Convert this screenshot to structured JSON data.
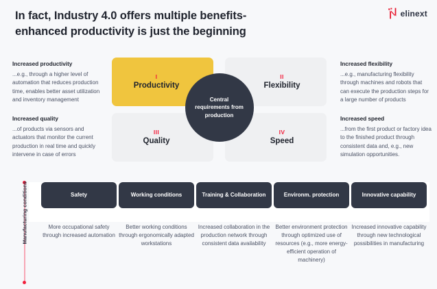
{
  "header": {
    "title": "In fact, Industry 4.0 offers multiple benefits- enhanced productivity is just the beginning",
    "title_line1": "In fact, Industry 4.0 offers multiple benefits-",
    "title_line2": "enhanced productivity is just the beginning",
    "logo_text": "elinext",
    "logo_icon": "elinext-n-mark-icon",
    "logo_color": "#e8172d"
  },
  "center": {
    "text": "Central requirements from production",
    "bg_color": "#323846"
  },
  "quadrants": [
    {
      "numeral": "I",
      "label": "Productivity",
      "bg_color": "#f0c53e",
      "side_heading": "Increased productivity",
      "side_body": "...e.g., through a higher level of automation that reduces production time, enables better asset utilization and inventory management"
    },
    {
      "numeral": "II",
      "label": "Flexibility",
      "bg_color": "#eff0f2",
      "side_heading": "Increased flexibility",
      "side_body": "...e.g., manufacturing flexibility through machines and robots that can execute the production steps for a large number of products"
    },
    {
      "numeral": "III",
      "label": "Quality",
      "bg_color": "#eff0f2",
      "side_heading": "Increased quality",
      "side_body": "...of products via sensors and actuators that monitor the current production in real time and quickly intervene in case of errors"
    },
    {
      "numeral": "IV",
      "label": "Speed",
      "bg_color": "#eff0f2",
      "side_heading": "Increased speed",
      "side_body": "...from the first product or factory idea to the finished product through consistent data and, e.g., new simulation opportunities."
    }
  ],
  "bottom": {
    "axis_label": "Manufacturing conditions",
    "axis_color": "#f2203c",
    "cards": [
      {
        "label": "Safety",
        "description": "More occupational safety through increased automation"
      },
      {
        "label": "Working conditions",
        "description": "Better working conditions through ergonomically adapted workstations"
      },
      {
        "label": "Training & Collaboration",
        "description": "Increased collaboration in the production network through consistent data availability"
      },
      {
        "label": "Environm. protection",
        "description": "Better environment protection through optimized use of resources (e.g., more energy-efficient operation of machinery)"
      },
      {
        "label": "Innovative capability",
        "description": "Increased innovative capability through new technological possibilities in manufacturing"
      }
    ]
  },
  "colors": {
    "page_bg": "#f7f8fa",
    "accent_red": "#f2203c",
    "accent_yellow": "#f0c53e",
    "dark": "#323846",
    "light_box": "#eff0f2"
  }
}
